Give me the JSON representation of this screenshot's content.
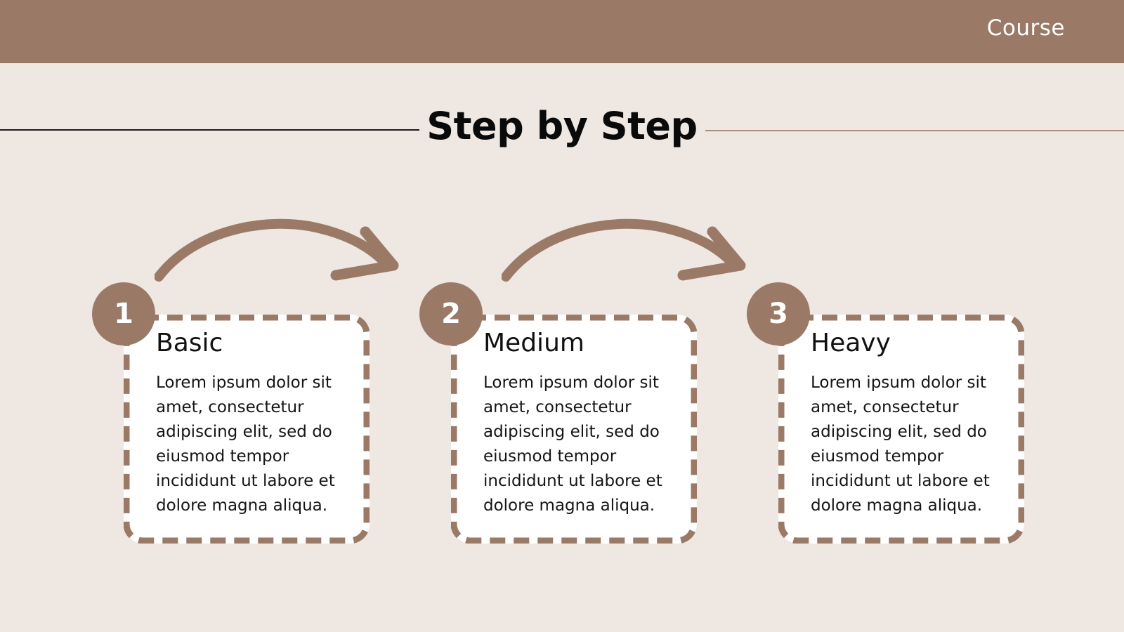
{
  "header": {
    "course_label": "Course"
  },
  "title": "Step by Step",
  "colors": {
    "accent": "#9a7a66",
    "background": "#efe7e2",
    "card": "#ffffff",
    "text": "#111111"
  },
  "steps": [
    {
      "number": "1",
      "heading": "Basic",
      "body": "Lorem ipsum dolor sit\namet, consectetur\nadipiscing elit, sed do\neiusmod tempor\nincididunt ut labore et\ndolore magna aliqua."
    },
    {
      "number": "2",
      "heading": "Medium",
      "body": "Lorem ipsum dolor sit\namet, consectetur\nadipiscing elit, sed do\neiusmod tempor\nincididunt ut labore et\ndolore magna aliqua."
    },
    {
      "number": "3",
      "heading": "Heavy",
      "body": "Lorem ipsum dolor sit\namet, consectetur\nadipiscing elit, sed do\neiusmod tempor\nincididunt ut labore et\ndolore magna aliqua."
    }
  ]
}
